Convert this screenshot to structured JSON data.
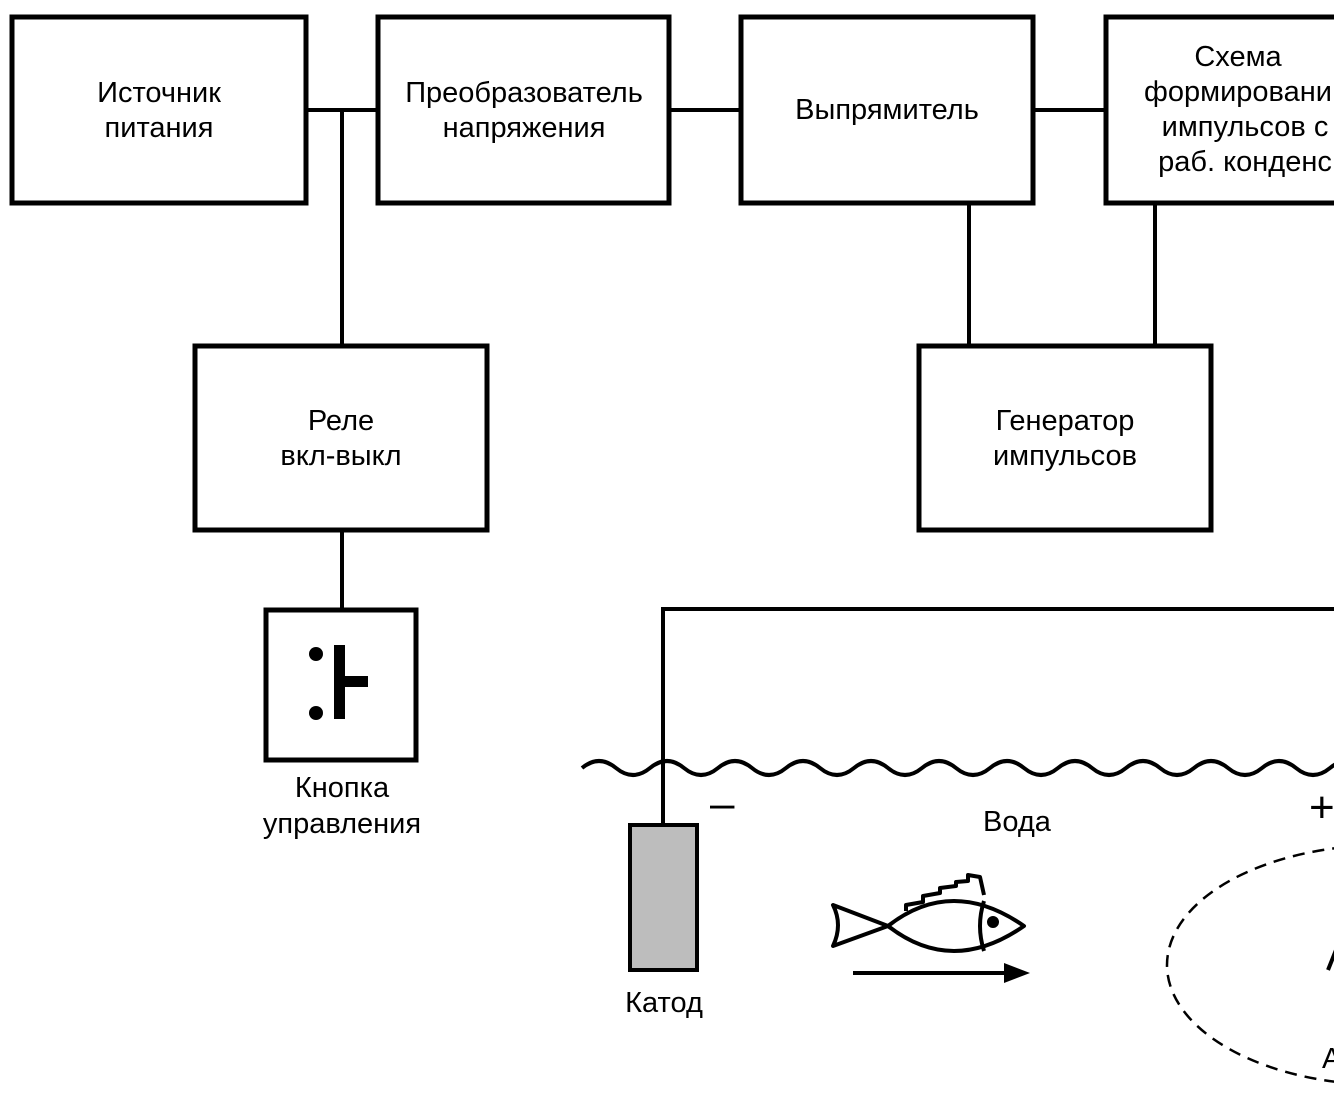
{
  "blocks": {
    "power_source": [
      "Источник",
      "питания"
    ],
    "voltage_converter": [
      "Преобразователь",
      "напряжения"
    ],
    "rectifier": [
      "Выпрямитель"
    ],
    "pulse_shaper": [
      "Схема",
      "формировани",
      "импульсов с",
      "раб. конденс"
    ],
    "relay": [
      "Реле",
      "вкл-выкл"
    ],
    "pulse_generator": [
      "Генератор",
      "импульсов"
    ]
  },
  "button": {
    "caption": [
      "Кнопка",
      "управления"
    ]
  },
  "water": {
    "label": "Вода",
    "minus": "–",
    "plus": "+"
  },
  "cathode": {
    "label": "Катод"
  },
  "anode": {
    "label_partial": "А"
  },
  "colors": {
    "line": "#000000",
    "cathode_fill": "#bdbdbd",
    "background": "#ffffff"
  }
}
